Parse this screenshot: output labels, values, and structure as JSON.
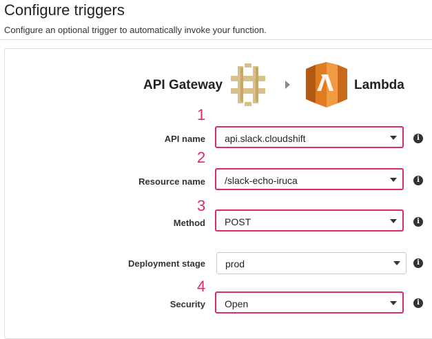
{
  "header": {
    "title": "Configure triggers",
    "subtitle": "Configure an optional trigger to automatically invoke your function."
  },
  "flow": {
    "source": "API Gateway",
    "target": "Lambda"
  },
  "fields": [
    {
      "step": "1",
      "label": "API name",
      "value": "api.slack.cloudshift",
      "highlighted": true
    },
    {
      "step": "2",
      "label": "Resource name",
      "value": "/slack-echo-iruca",
      "highlighted": true
    },
    {
      "step": "3",
      "label": "Method",
      "value": "POST",
      "highlighted": true
    },
    {
      "step": "",
      "label": "Deployment stage",
      "value": "prod",
      "highlighted": false
    },
    {
      "step": "4",
      "label": "Security",
      "value": "Open",
      "highlighted": true
    }
  ],
  "colors": {
    "highlight": "#e0266c",
    "api_gateway_icon": "#d9c08a",
    "lambda_icon": "#e07b21"
  },
  "icons": [
    "api-gateway-icon",
    "lambda-icon",
    "chevron-right-icon",
    "caret-down-icon",
    "info-icon"
  ]
}
